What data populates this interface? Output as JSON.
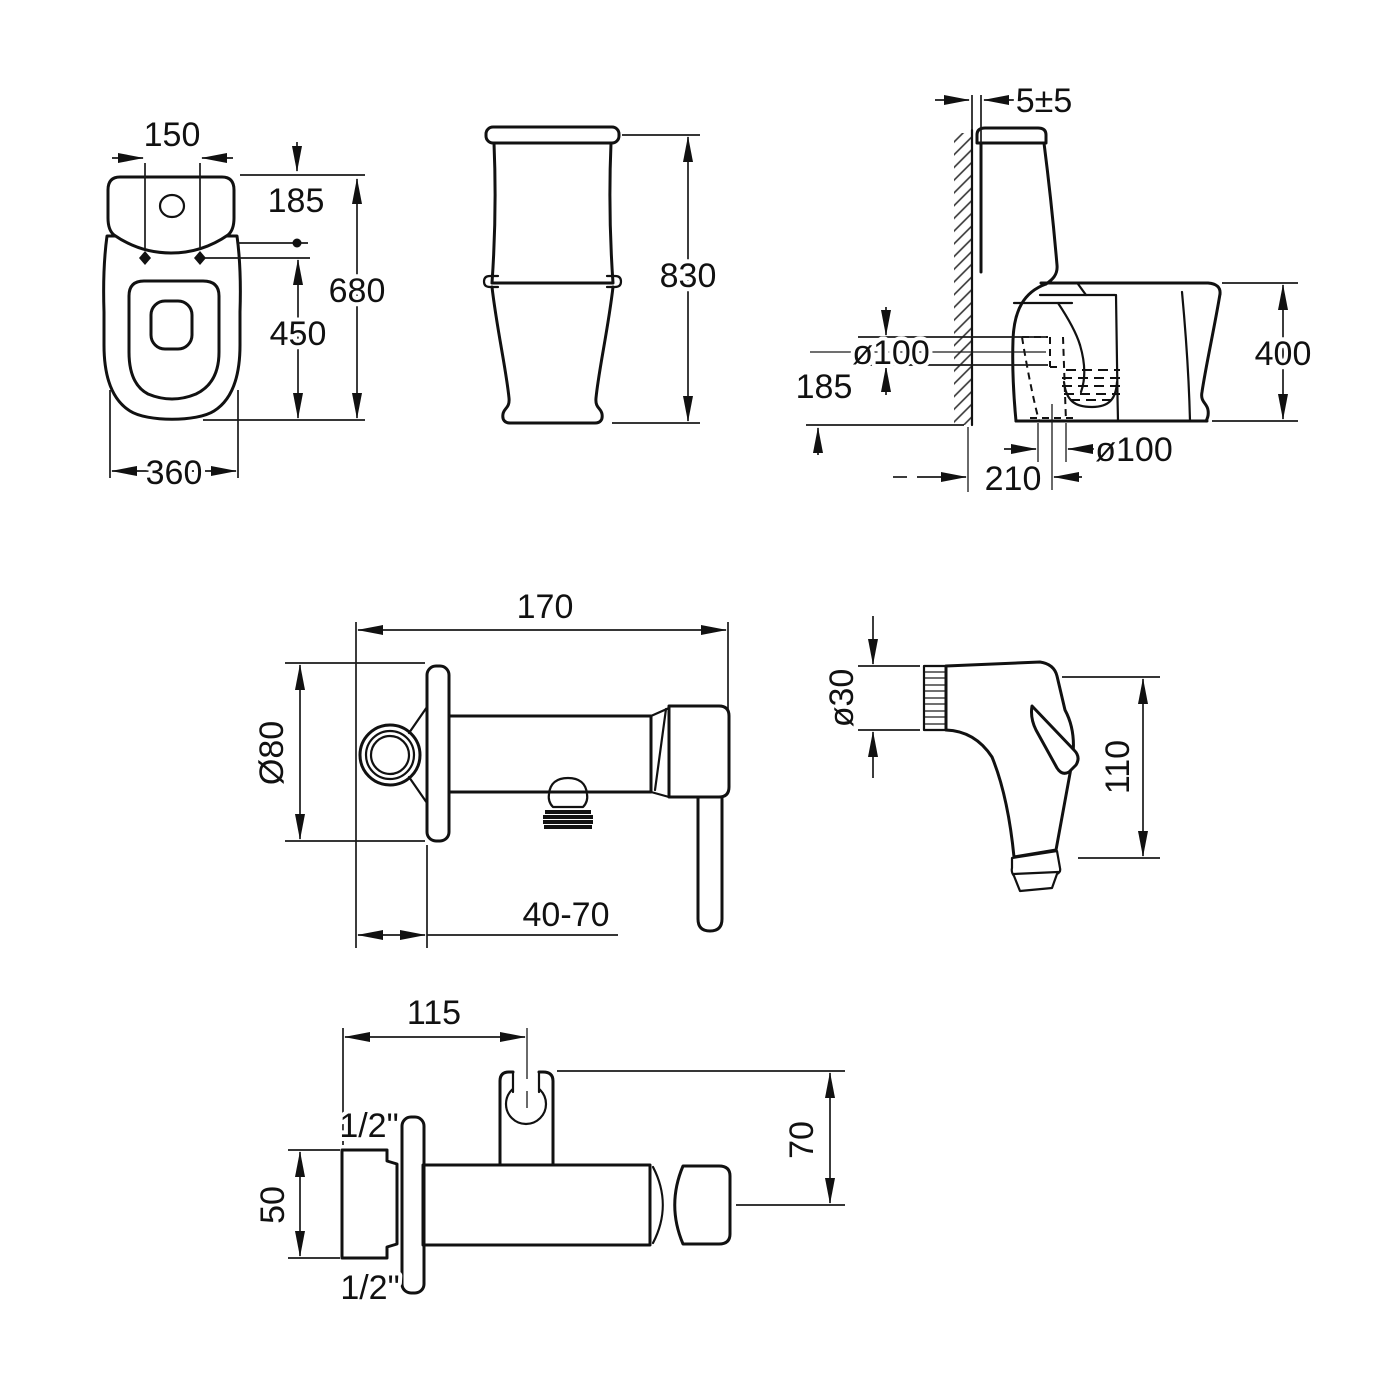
{
  "document": {
    "type": "technical dimension drawing",
    "subject": "close-coupled toilet with bidet mixer and hand sprayer",
    "units": "mm"
  },
  "colors": {
    "line": "#111111",
    "background": "#ffffff",
    "dimension": "#1a1a1a"
  },
  "views": {
    "toilet_top": {
      "label": "toilet top view",
      "dims": {
        "seat_hole_spacing": "150",
        "tank_offset": "185",
        "seat_depth": "450",
        "total_depth": "680",
        "width": "360"
      }
    },
    "toilet_front": {
      "label": "toilet front view",
      "dims": {
        "height": "830"
      }
    },
    "toilet_side": {
      "label": "toilet side view",
      "dims": {
        "wall_gap": "5±5",
        "horizontal_outlet_dia": "ø100",
        "outlet_height": "185",
        "bowl_height": "400",
        "vertical_outlet_dia": "ø100",
        "outlet_distance": "210"
      }
    },
    "mixer_side": {
      "label": "bidet mixer side view",
      "dims": {
        "length": "170",
        "flange_dia": "Ø80",
        "wall_depth_range": "40-70"
      }
    },
    "sprayer": {
      "label": "hand sprayer view",
      "dims": {
        "head_dia": "ø30",
        "height": "110"
      }
    },
    "mixer_top": {
      "label": "bidet mixer top view",
      "dims": {
        "holder_distance": "115",
        "top_connection": "1/2\"",
        "inlet_width": "50",
        "bottom_connection": "1/2\"",
        "holder_offset": "70"
      }
    }
  }
}
